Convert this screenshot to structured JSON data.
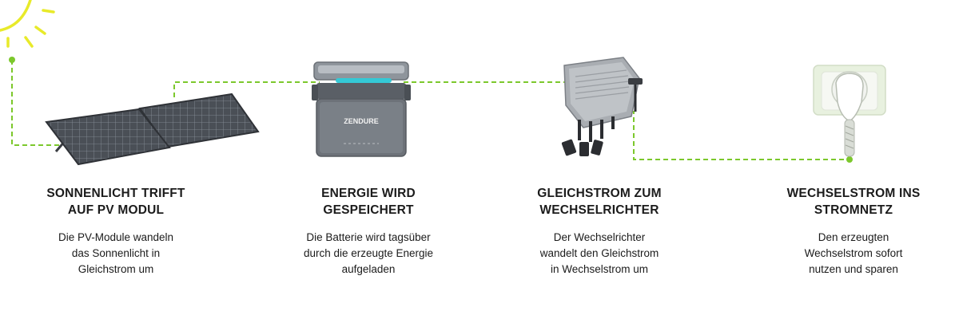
{
  "colors": {
    "accent_green": "#7cc82c",
    "sun_yellow": "#e8ea2a",
    "text": "#1b1b1b"
  },
  "icons": [
    "sun-icon",
    "solar-panel-icon",
    "battery-icon",
    "inverter-icon",
    "power-socket-icon"
  ],
  "brand": {
    "battery_label": "ZENDURE"
  },
  "steps": [
    {
      "title_lines": [
        "SONNENLICHT TRIFFT",
        "AUF PV MODUL"
      ],
      "text_lines": [
        "Die PV-Module wandeln",
        "das Sonnenlicht in",
        "Gleichstrom um"
      ]
    },
    {
      "title_lines": [
        "ENERGIE WIRD",
        "GESPEICHERT"
      ],
      "text_lines": [
        "Die Batterie wird tagsüber",
        "durch die erzeugte Energie",
        "aufgeladen"
      ]
    },
    {
      "title_lines": [
        "GLEICHSTROM ZUM",
        "WECHSELRICHTER"
      ],
      "text_lines": [
        "Der Wechselrichter",
        "wandelt den Gleichstrom",
        "in Wechselstrom um"
      ]
    },
    {
      "title_lines": [
        "WECHSELSTROM INS",
        "STROMNETZ"
      ],
      "text_lines": [
        "Den erzeugten",
        "Wechselstrom sofort",
        "nutzen und sparen"
      ]
    }
  ]
}
